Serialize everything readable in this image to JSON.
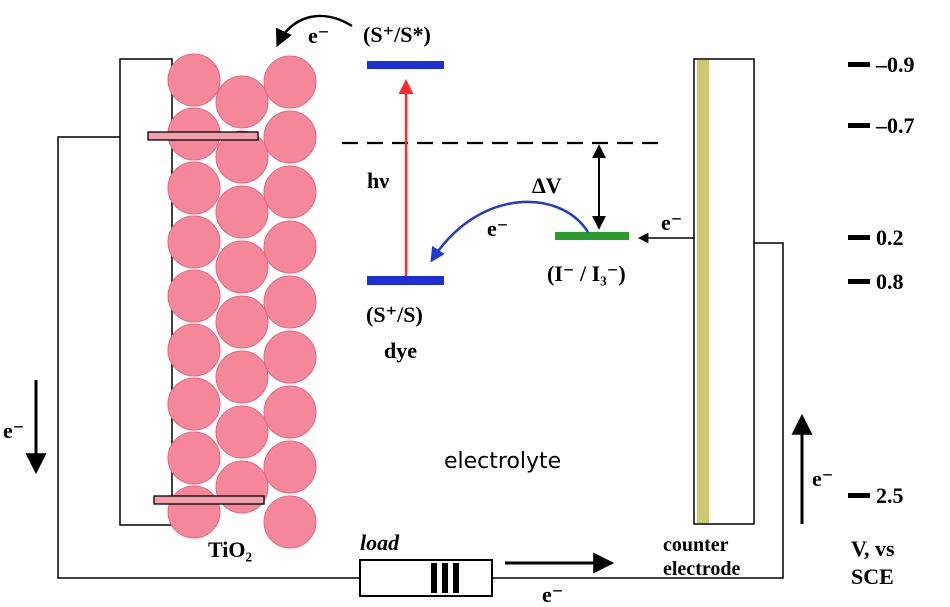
{
  "labels": {
    "excited_state": "(S⁺/S*)",
    "ground_state": "(S⁺/S)",
    "dye": "dye",
    "photon": "hν",
    "delta_v": "ΔV",
    "redox": "(I⁻ / I₃⁻)",
    "electrolyte": "electrolyte",
    "tio2": "TiO₂",
    "load": "load",
    "counter_line1": "counter",
    "counter_line2": "electrode",
    "electron": "e⁻"
  },
  "scale": {
    "ticks": [
      "–0.9",
      "–0.7",
      "0.2",
      "0.8",
      "2.5"
    ],
    "unit_line1": "V, vs",
    "unit_line2": "SCE"
  },
  "colors": {
    "particle": "#f4879a",
    "particle_edge": "#e7687f",
    "dye_level": "#1f2fd6",
    "redox_level": "#2a9a2a",
    "photon_arrow": "#ff2a2a",
    "back_arrow": "#2038d6",
    "counter_coating": "#c9c972",
    "contact_strip": "#f0a0ac"
  }
}
